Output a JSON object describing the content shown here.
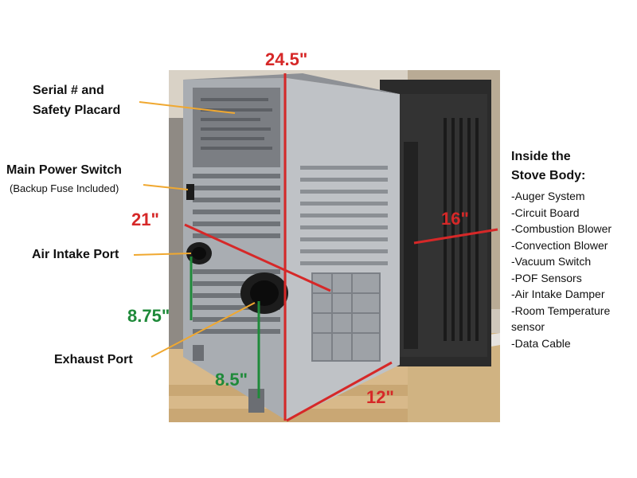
{
  "labels": {
    "serial_line1": "Serial # and",
    "serial_line2": "Safety Placard",
    "main_power_switch": "Main Power Switch",
    "backup_fuse": "(Backup Fuse Included)",
    "air_intake_port": "Air Intake Port",
    "exhaust_port": "Exhaust Port"
  },
  "dimensions": {
    "height": "24.5\"",
    "depth": "21\"",
    "width": "16\"",
    "side": "12\"",
    "intake_height": "8.75\"",
    "exhaust_height": "8.5\""
  },
  "inside": {
    "title_line1": "Inside the",
    "title_line2": "Stove Body:",
    "items": [
      "-Auger System",
      "-Circuit Board",
      "-Combustion Blower",
      "-Convection Blower",
      "-Vacuum Switch",
      "-POF Sensors",
      "-Air Intake Damper",
      "-Room Temperature",
      "sensor",
      "-Data Cable"
    ]
  },
  "colors": {
    "red": "#d62828",
    "green": "#1f8a3a",
    "arrow": "#f0a830"
  }
}
